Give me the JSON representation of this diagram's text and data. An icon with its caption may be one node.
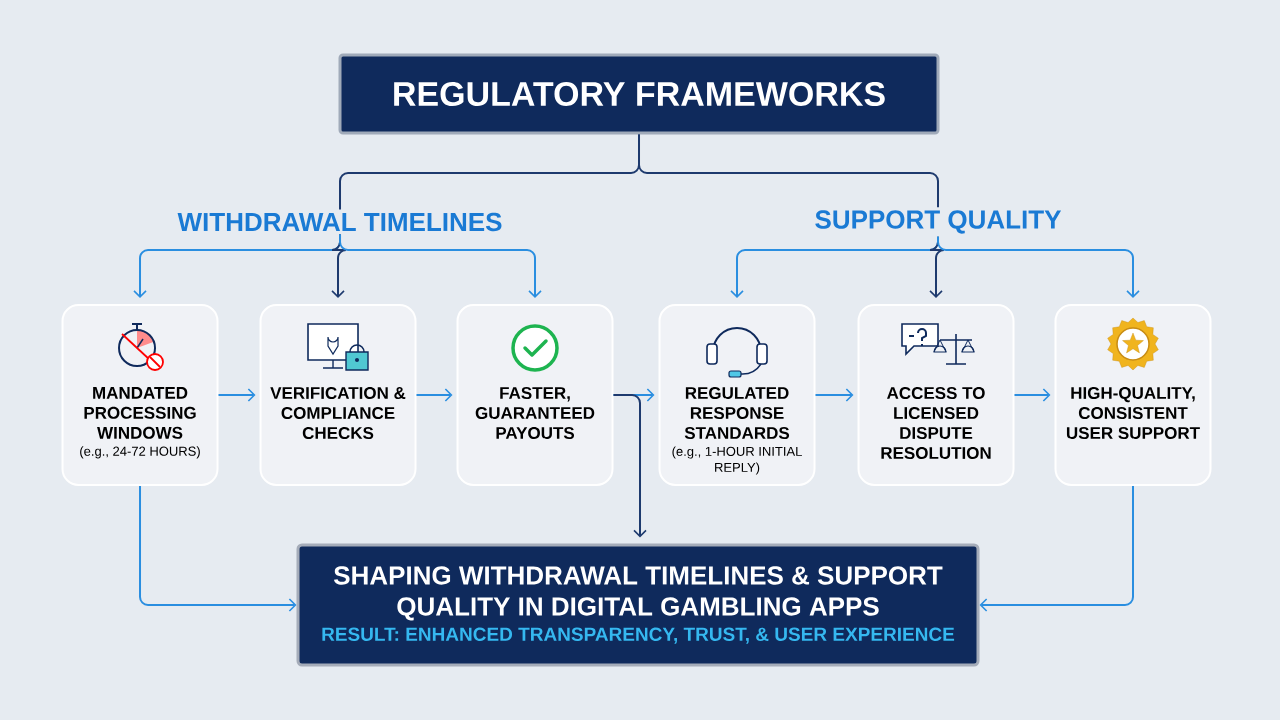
{
  "diagram": {
    "nodes": [
      {
        "text": [
          "REGULATORY FRAMEWORKS"
        ]
      },
      {
        "text": [
          "WITHDRAWAL TIMELINES"
        ]
      },
      {
        "text": [
          "SUPPORT QUALITY"
        ]
      },
      {
        "text": [
          "MANDATED PROCESSING WINDOWS",
          "(e.g., 24-72 HOURS)"
        ]
      },
      {
        "text": [
          "VERIFICATION & COMPLIANCE CHECKS"
        ]
      },
      {
        "text": [
          "FASTER, GUARANTEED PAYOUTS"
        ]
      },
      {
        "text": [
          "REGULATED RESPONSE STANDARDS",
          "(e.g., 1-HOUR INITIAL REPLY)"
        ]
      },
      {
        "text": [
          "ACCESS TO LICENSED DISPUTE RESOLUTION"
        ]
      },
      {
        "text": [
          "HIGH-QUALITY, CONSISTENT USER SUPPORT"
        ]
      },
      {
        "text": [
          "SHAPING WITHDRAWAL TIMELINES & SUPPORT QUALITY IN DIGITAL GAMBLING APPS",
          "RESULT: ENHANCED TRANSPARENCY, TRUST, & USER EXPERIENCE"
        ]
      }
    ],
    "edges": [
      {
        "from": 0,
        "to": 1,
        "arrow": "none",
        "color": "#1e3a6e"
      },
      {
        "from": 0,
        "to": 2,
        "arrow": "none",
        "color": "#1e3a6e"
      },
      {
        "from": 1,
        "to": 3,
        "arrow": "to"
      },
      {
        "from": 1,
        "to": 4,
        "arrow": "to",
        "color": "#1e3a6e"
      },
      {
        "from": 1,
        "to": 5,
        "arrow": "to"
      },
      {
        "from": 2,
        "to": 6,
        "arrow": "to"
      },
      {
        "from": 2,
        "to": 7,
        "arrow": "to",
        "color": "#1e3a6e"
      },
      {
        "from": 2,
        "to": 8,
        "arrow": "to"
      },
      {
        "from": 3,
        "to": 4,
        "arrow": "to"
      },
      {
        "from": 4,
        "to": 5,
        "arrow": "to"
      },
      {
        "from": 5,
        "to": 6,
        "arrow": "to"
      },
      {
        "from": 6,
        "to": 7,
        "arrow": "to"
      },
      {
        "from": 7,
        "to": 8,
        "arrow": "to"
      },
      {
        "from": 5,
        "to": 9,
        "arrow": "to",
        "color": "#1e3a6e"
      },
      {
        "from": 3,
        "to": 9,
        "arrow": "to"
      },
      {
        "from": 8,
        "to": 9,
        "arrow": "to"
      }
    ]
  }
}
